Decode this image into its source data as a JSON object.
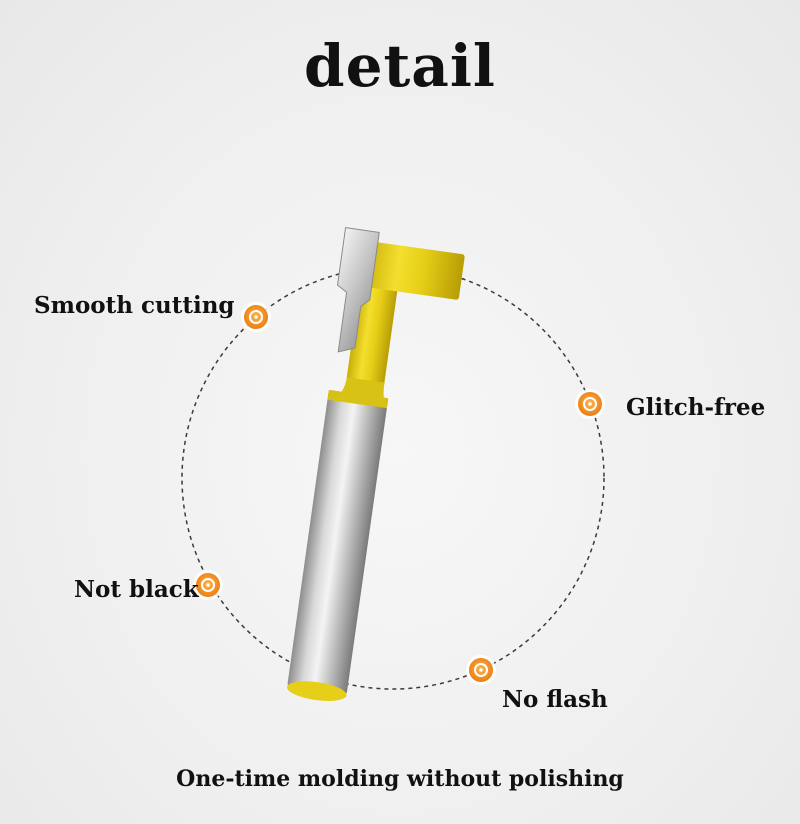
{
  "title": "detail",
  "features": {
    "smooth": "Smooth cutting",
    "glitch": "Glitch-free",
    "black": "Not black",
    "flash": "No flash"
  },
  "caption": "One-time molding without polishing",
  "colors": {
    "accent_orange": "#f08a1c",
    "bit_yellow": "#e8d21a",
    "shank_gray": "#bdbdbd"
  }
}
